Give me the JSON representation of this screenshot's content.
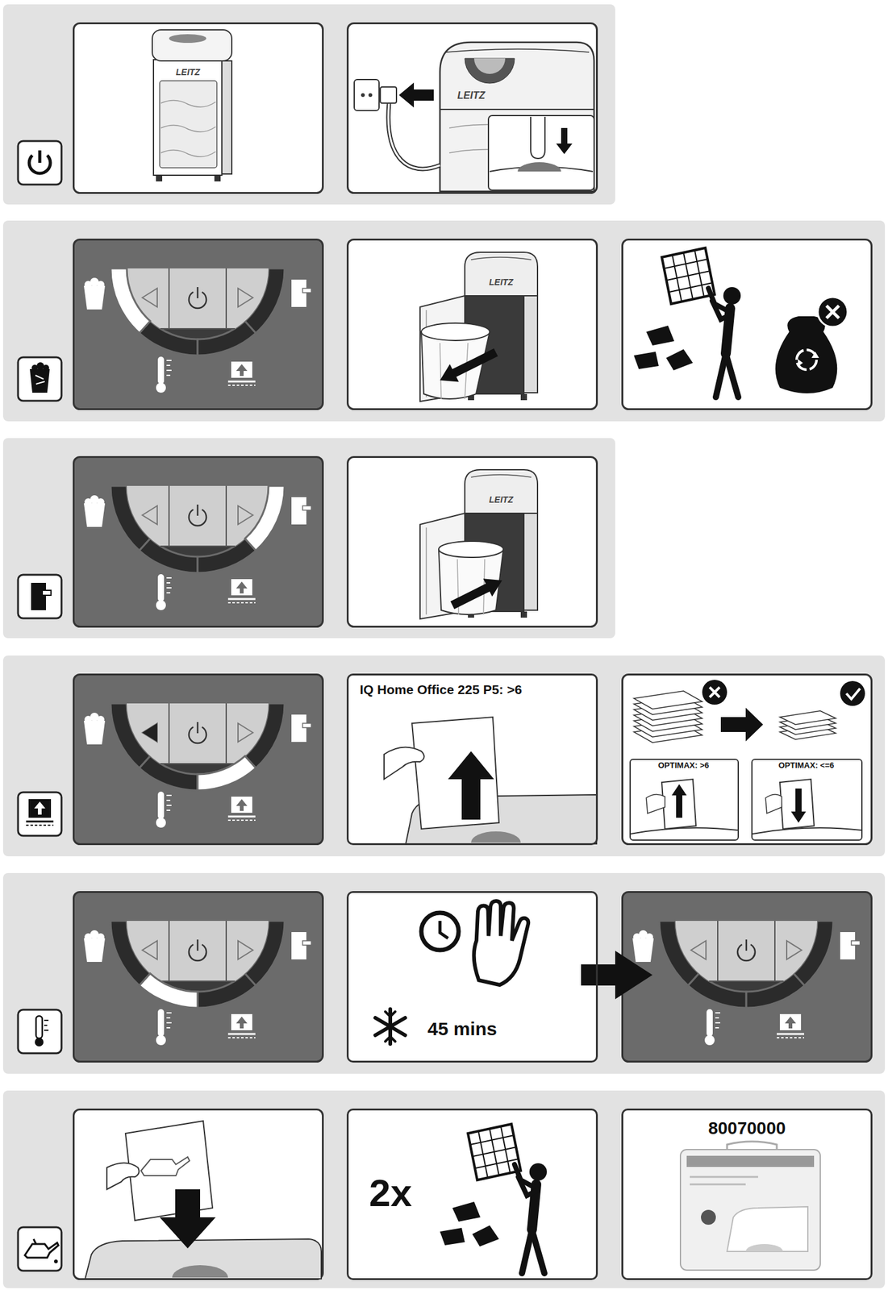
{
  "diagram": {
    "nodes": [
      {
        "text": [
          "IQ Home Office 225 P5: >6"
        ]
      },
      {
        "text": [
          "OPTIMAX: >6"
        ]
      },
      {
        "text": [
          "OPTIMAX: <=6"
        ]
      },
      {
        "text": [
          "45 mins"
        ]
      },
      {
        "text": [
          "2x"
        ]
      },
      {
        "text": [
          "80070000"
        ]
      }
    ],
    "labels": [
      "LEITZ",
      "LEITZ",
      "LEITZ",
      "LEITZ"
    ]
  }
}
